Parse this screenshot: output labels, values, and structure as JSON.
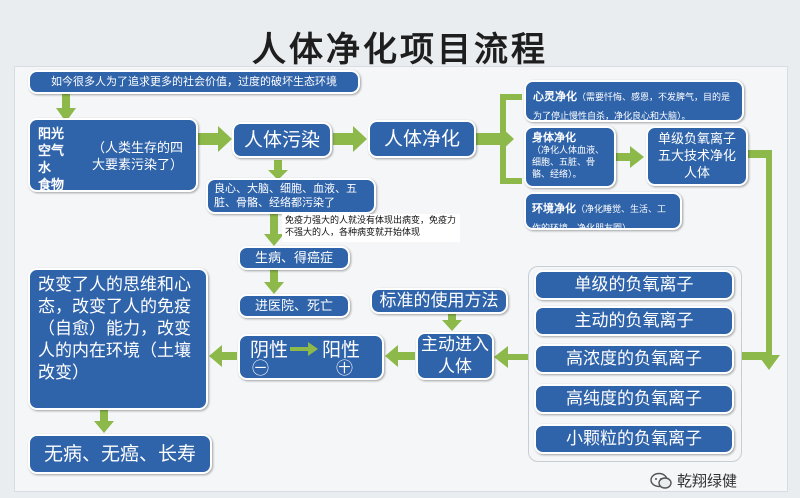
{
  "title": "人体净化项目流程",
  "nodes": {
    "top_banner": "如今很多人为了追求更多的社会价值，过度的破坏生态环境",
    "elements_left": "阳光\n空气\n水\n食物",
    "elements_right": "（人类生存的四大要素污染了）",
    "body_pollution": "人体污染",
    "body_purify": "人体净化",
    "mind_purify_title": "心灵净化",
    "mind_purify_desc": "（需要忏悔、感恩，不发脾气，目的是为了停止慢性自杀，净化良心和大脑）。",
    "body_cleanse_title": "身体净化",
    "body_cleanse_desc": "（净化人体血液、细胞、五脏、骨骼、经络）。",
    "env_purify_title": "环境净化",
    "env_purify_desc": "（净化睡觉、生活、工作的环境，净化朋友圈）。",
    "single_ion_tech": "单级负氧离子五大技术净化人体",
    "polluted_organs": "良心、大脑、细胞、血液、五脏、骨骼、经络都污染了",
    "immunity_note": "免疫力强大的人就没有体现出病变，免疫力不强大的人，各种病变就开始体现",
    "sick_cancer": "生病、得癌症",
    "hospital_death": "进医院、死亡",
    "change_mind": "改变了人的思维和心态，改变了人的免疫（自愈）能力，改变人的内在环境（土壤改变）",
    "neg_to_pos_left": "阴性",
    "neg_to_pos_right": "阳性",
    "minus_sign": "㊀",
    "plus_sign": "㊉",
    "standard_usage": "标准的使用方法",
    "active_enter": "主动进入人体",
    "no_disease": "无病、无癌、长寿"
  },
  "ion_list": [
    "单级的负氧离子",
    "主动的负氧离子",
    "高浓度的负氧离子",
    "高纯度的负氧离子",
    "小颗粒的负氧离子"
  ],
  "watermark": "乾翔绿健",
  "colors": {
    "box": "#2f63aa",
    "arrow": "#8db94a",
    "background": "#e9edf0"
  }
}
